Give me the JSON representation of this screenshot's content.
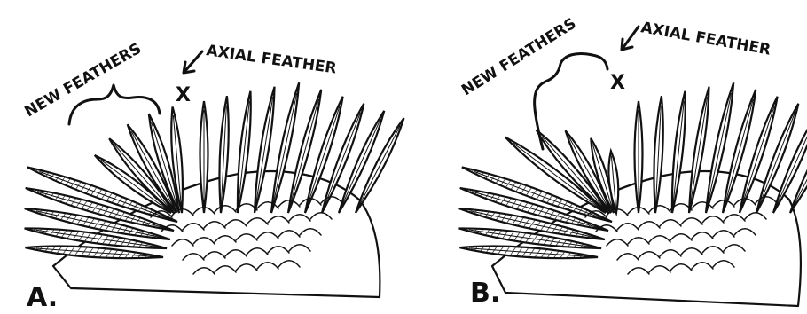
{
  "panels": [
    {
      "id": "A",
      "panel_label": "A.",
      "new_feathers_label": "NEW FEATHERS",
      "axial_label": "AXIAL FEATHER",
      "axial_mark": "X"
    },
    {
      "id": "B",
      "panel_label": "B.",
      "new_feathers_label": "NEW FEATHERS",
      "axial_label": "AXIAL FEATHER",
      "axial_mark": "X"
    }
  ],
  "colors": {
    "ink": "#111111",
    "paper": "#ffffff"
  }
}
